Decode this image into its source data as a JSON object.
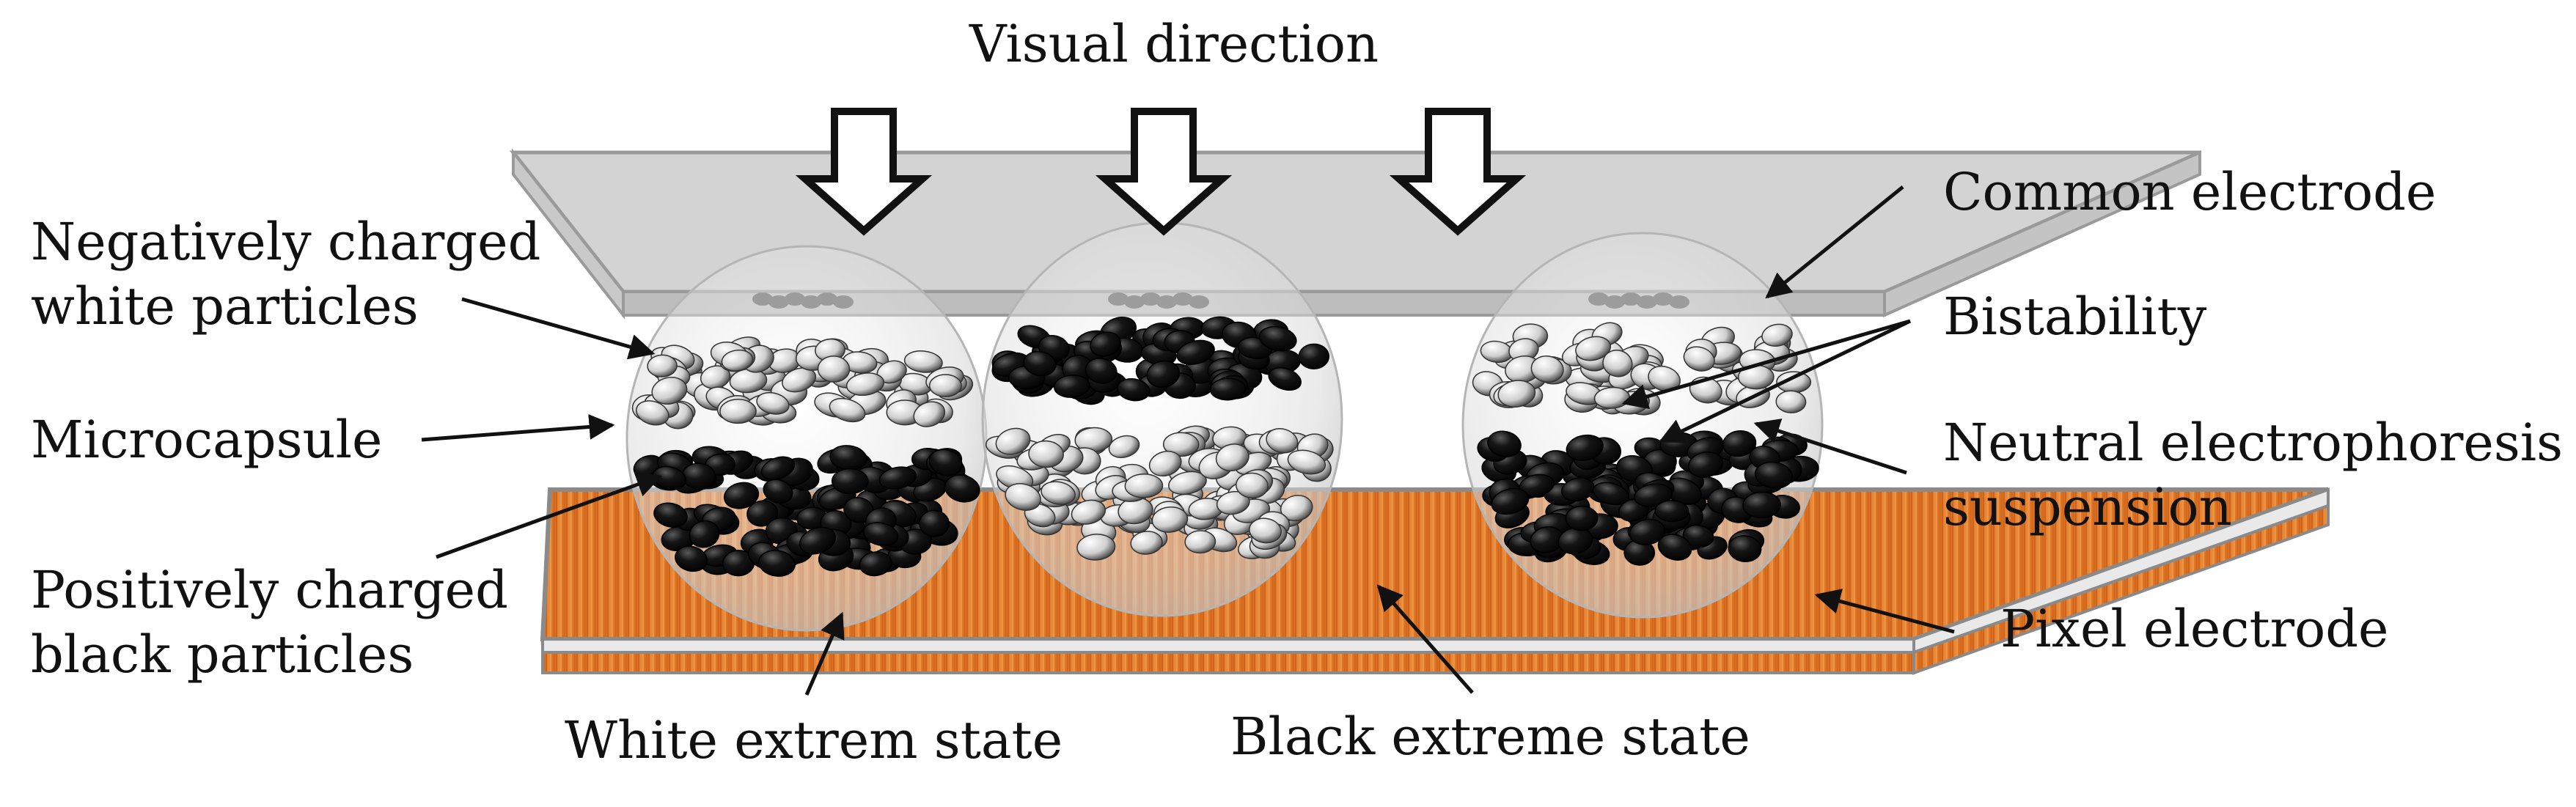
{
  "labels": {
    "visual_direction": "Visual direction",
    "common_electrode": "Common electrode",
    "negative_white": [
      "Negatively charged",
      "white particles"
    ],
    "bistability": "Bistability",
    "microcapsule": "Microcapsule",
    "neutral_suspension": [
      "Neutral electrophoresis",
      "suspension"
    ],
    "positive_black": [
      "Positively charged",
      "black particles"
    ],
    "pixel_electrode": "Pixel electrode",
    "white_extreme_state": "White extrem state",
    "black_extreme_state": "Black extreme state"
  },
  "colors": {
    "top_plate": "#cfcfcf",
    "pixel_electrode": "#e07a2a",
    "black_particle": "#101010",
    "white_particle": "#f2f2f2",
    "capsule": "#e6e6e6"
  }
}
